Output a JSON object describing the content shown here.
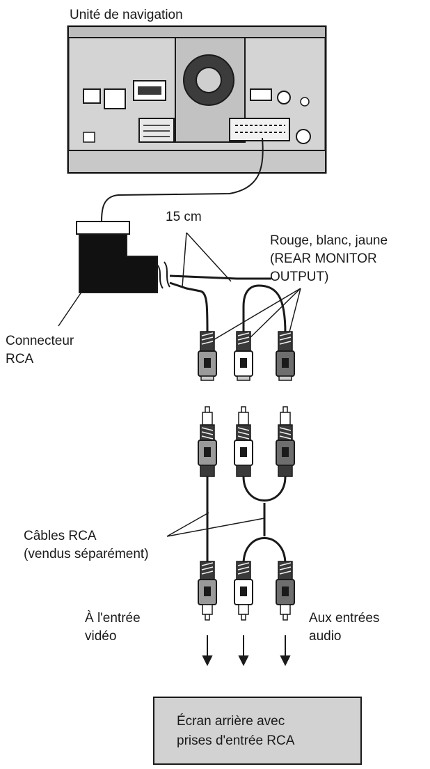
{
  "labels": {
    "nav_unit": "Unité de navigation",
    "length": "15 cm",
    "colors_line1": "Rouge, blanc, jaune",
    "colors_line2": "(REAR MONITOR",
    "colors_line3": "OUTPUT)",
    "connector_line1": "Connecteur",
    "connector_line2": "RCA",
    "cables_line1": "Câbles RCA",
    "cables_line2": "(vendus séparément)",
    "video_line1": "À l'entrée",
    "video_line2": "vidéo",
    "audio_line1": "Aux entrées",
    "audio_line2": "audio",
    "screen_line1": "Écran arrière avec",
    "screen_line2": "prises d'entrée RCA"
  },
  "plug_colors": {
    "yellow": "#9a9a9a",
    "white": "#ffffff",
    "red": "#6e6e6e"
  }
}
